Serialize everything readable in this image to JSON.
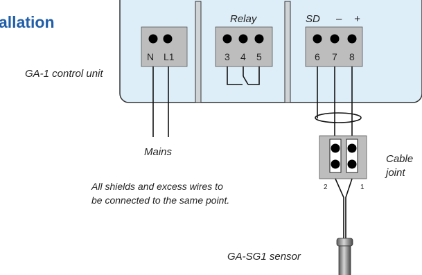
{
  "heading": "allation",
  "control_unit": {
    "label": "GA-1 control unit",
    "mains_block": {
      "terminals": [
        "N",
        "L1"
      ]
    },
    "relay_block": {
      "title": "Relay",
      "terminals": [
        "3",
        "4",
        "5"
      ]
    },
    "sensor_block": {
      "titles": [
        "SD",
        "–",
        "+"
      ],
      "terminals": [
        "6",
        "7",
        "8"
      ]
    }
  },
  "mains_label": "Mains",
  "cable_joint": {
    "label_line1": "Cable",
    "label_line2": "joint",
    "terminal_left": "2",
    "terminal_right": "1"
  },
  "note": {
    "line1": "All shields and excess wires to",
    "line2": "be connected to the same point."
  },
  "sensor_label": "GA-SG1 sensor",
  "colors": {
    "heading": "#1f5ea8",
    "unit_fill": "#ddeef8",
    "terminal_block": "#bdbdbd"
  }
}
